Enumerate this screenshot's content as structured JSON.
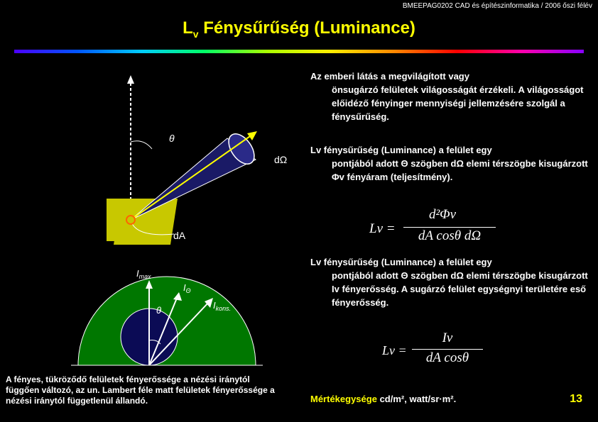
{
  "header": {
    "course": "BMEEPAG0202 CAD és építészinformatika / 2006 őszi félév"
  },
  "title": {
    "main": "L",
    "sub": "v",
    "rest": " Fénysűrűség (Luminance)"
  },
  "diagram_top": {
    "theta": "θ",
    "domega": "dΩ",
    "dA": "dA"
  },
  "diagram_bottom": {
    "imax": "I",
    "imax_sub": "max",
    "itheta": "I",
    "itheta_sub": "Θ",
    "theta": "θ",
    "ikons": "I",
    "ikons_sub": "kons."
  },
  "para1": {
    "first": "Az emberi látás a megvilágított vagy",
    "rest": "önsugárzó felületek világosságát érzékeli. A világosságot előidéző fényinger mennyiségi jellemzésére szolgál a fénysűrűség."
  },
  "para2": {
    "first": "Lv fénysűrűség (Luminance) a felület egy",
    "rest": "pontjából adott Θ szögben dΩ elemi térszögbe kisugárzott Φv fényáram (teljesítmény)."
  },
  "formula1": {
    "lhs": "Lv =",
    "numerator": "d²Φv",
    "denominator": "dA cosθ dΩ"
  },
  "para3": {
    "first": "Lv fénysűrűség (Luminance) a felület egy",
    "rest": "pontjából adott Θ szögben dΩ elemi térszögbe kisugárzott Iv fényerősség. A sugárzó felület egységnyi területére eső fényerősség."
  },
  "formula2": {
    "lhs": "Lv =",
    "numerator": "Iv",
    "denominator": "dA cosθ"
  },
  "caption": "A fényes, tükröződő felületek fényerőssége a nézési iránytól függően változó, az un. Lambert féle matt felületek fényerőssége a nézési iránytól függetlenül állandó.",
  "units": {
    "label": "Mértékegysége",
    "value": "cd/m², watt/sr·m²."
  },
  "page_number": "13"
}
